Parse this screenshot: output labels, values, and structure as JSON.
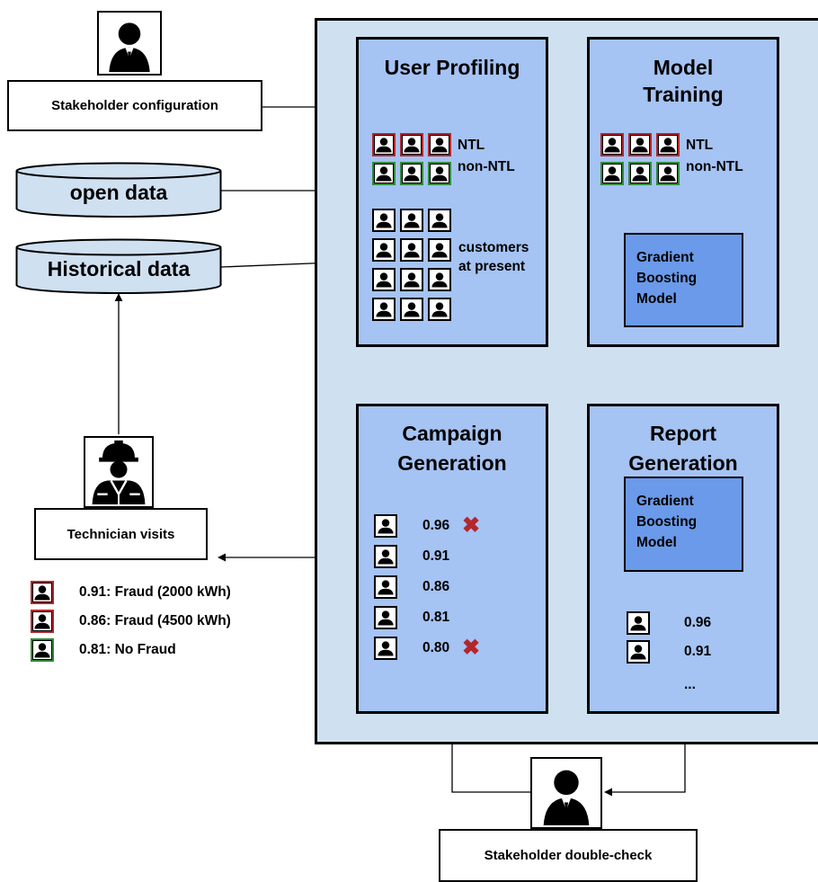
{
  "inputs": {
    "stakeholder_configuration": "Stakeholder configuration",
    "open_data": "open data",
    "historical_data": "Historical data"
  },
  "user_profiling": {
    "title": "User Profiling",
    "ntl": "NTL",
    "non_ntl": "non-NTL",
    "customers_line1": "customers",
    "customers_line2": "at present"
  },
  "model_training": {
    "title_line1": "Model",
    "title_line2": "Training",
    "ntl": "NTL",
    "non_ntl": "non-NTL",
    "model_line1": "Gradient",
    "model_line2": "Boosting",
    "model_line3": "Model"
  },
  "campaign_generation": {
    "title_line1": "Campaign",
    "title_line2": "Generation",
    "scores": [
      "0.96",
      "0.91",
      "0.86",
      "0.81",
      "0.80"
    ]
  },
  "report_generation": {
    "title_line1": "Report",
    "title_line2": "Generation",
    "model_line1": "Gradient",
    "model_line2": "Boosting",
    "model_line3": "Model",
    "scores": [
      "0.96",
      "0.91"
    ],
    "ellipsis": "..."
  },
  "technician": {
    "label": "Technician visits",
    "results": [
      "0.91: Fraud (2000 kWh)",
      "0.86: Fraud (4500 kWh)",
      "0.81: No Fraud"
    ]
  },
  "double_check": {
    "label": "Stakeholder double-check"
  },
  "colors": {
    "outer_bg": "#cfe0f1",
    "panel_bg": "#a5c3f3",
    "model_bg": "#6a9ae9",
    "fraud": "#b3262b",
    "no_fraud": "#2f8a3a"
  }
}
